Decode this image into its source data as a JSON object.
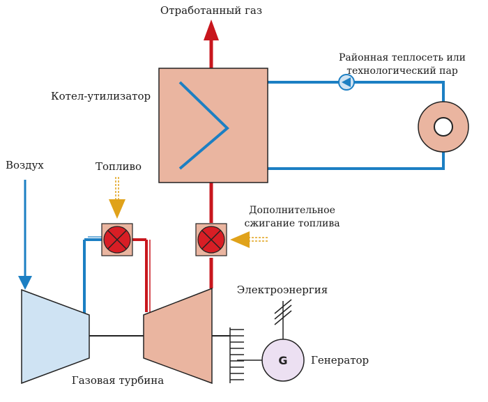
{
  "labels": {
    "exhaust": "Отработанный газ",
    "network_line1": "Районная теплосеть или",
    "network_line2": "технологический пар",
    "boiler": "Котел-утилизатор",
    "air": "Воздух",
    "fuel": "Топливо",
    "supplementary_line1": "Дополнительное",
    "supplementary_line2": "сжигание топлива",
    "electricity": "Электроэнергия",
    "turbine": "Газовая турбина",
    "generator": "Генератор",
    "generator_letter": "G"
  },
  "colors": {
    "gas_red": "#c8161d",
    "water_blue": "#1c7fc3",
    "fuel_gold": "#e0a21a",
    "boiler_fill": "#eab5a0",
    "compressor_fill": "#cfe3f3",
    "generator_fill": "#ece0f2",
    "valve_fill": "#d81e25"
  },
  "icons": {
    "valve": "burner-valve-x-icon",
    "pump": "pump-triangle-icon",
    "heat_consumer": "ring-consumer-icon"
  }
}
